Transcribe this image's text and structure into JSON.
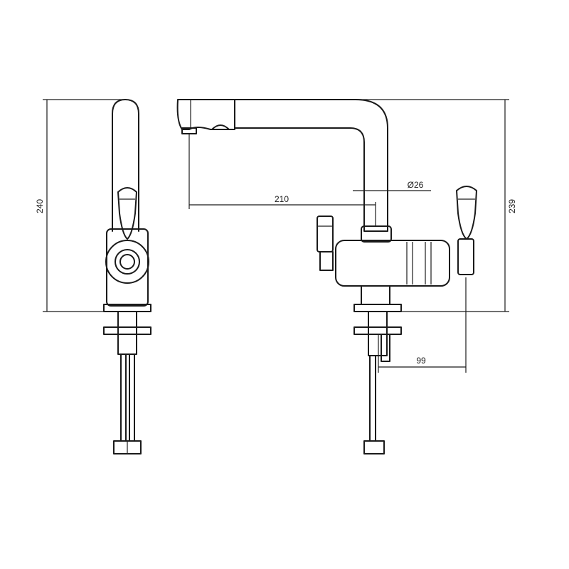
{
  "dimensions": {
    "side_height": "240",
    "front_height": "239",
    "spout_reach": "210",
    "spout_diameter": "Ø26",
    "handle_offset": "99"
  },
  "colors": {
    "line": "#1a1a1a",
    "background": "#ffffff"
  }
}
